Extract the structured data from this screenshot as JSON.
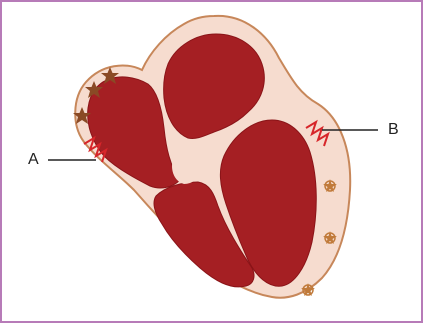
{
  "figure": {
    "labels": [
      {
        "key": "A",
        "text": "A"
      },
      {
        "key": "B",
        "text": "B"
      }
    ]
  },
  "colors": {
    "frame": "#b77bb8",
    "heart_wall": "#f6dccf",
    "heart_outline": "#c7875a",
    "chamber_fill": "#a51f23",
    "chamber_highlight": "#c8343a",
    "zigzag": "#d7262a",
    "spark_dark": "#8a4a25",
    "spark_light": "#c07a3a",
    "leader_line": "#222222"
  },
  "icons": {
    "sparks_left": "star-burst-icon",
    "sparks_right": "small-star-burst-icon",
    "zigzag": "zigzag-icon"
  }
}
